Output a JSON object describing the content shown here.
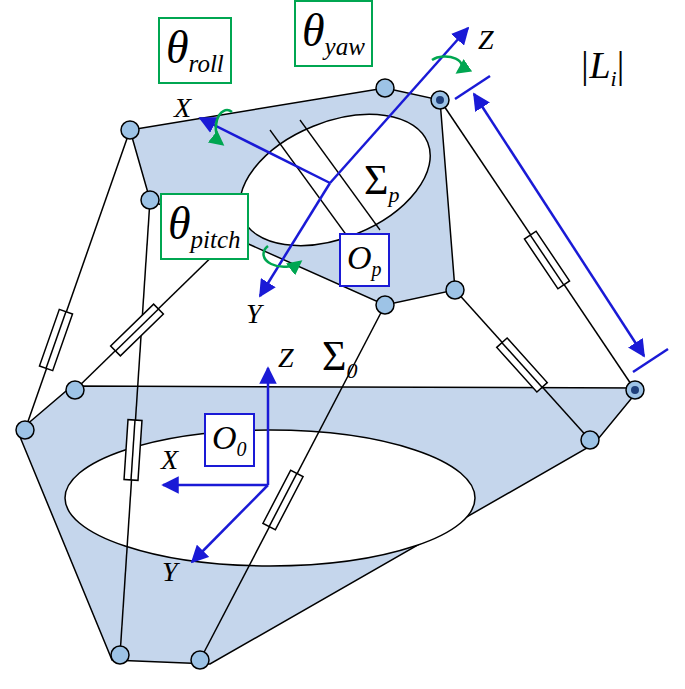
{
  "diagram": {
    "nodes": [
      {
        "text": [
          "θroll"
        ]
      },
      {
        "text": [
          "θyaw"
        ]
      },
      {
        "text": [
          "θpitch"
        ]
      },
      {
        "text": [
          "Op"
        ]
      },
      {
        "text": [
          "O0"
        ]
      }
    ],
    "labels": [
      "Z",
      "X",
      "Σp",
      "|Li|",
      "Y",
      "Z",
      "Σ0",
      "X",
      "Y"
    ]
  }
}
